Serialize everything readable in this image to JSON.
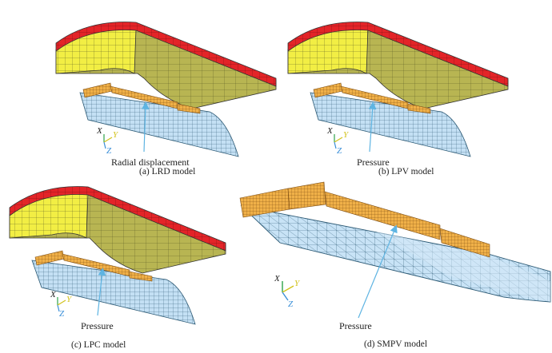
{
  "panels": [
    {
      "caption": "(a)  LRD model",
      "load": "Radial displacement"
    },
    {
      "caption": "(b)  LPV model",
      "load": "Pressure"
    },
    {
      "caption": "(c)  LPC model",
      "load": "Pressure"
    },
    {
      "caption": "(d)  SMPV model",
      "load": "Pressure"
    }
  ],
  "axes": {
    "x": "X",
    "y": "Y",
    "z": "Z"
  },
  "colors": {
    "tire_red": "#e32428",
    "tire_yellow": "#f2ee44",
    "tire_olive": "#b5b24e",
    "mesh_blue": "#bcdcf2",
    "mesh_line": "#2d5a75",
    "tread_orange": "#e8a43c",
    "arrow_blue": "#5eb4e2",
    "axis_green": "#2ea24a",
    "axis_y": "#d2c21c",
    "axis_z": "#3a8fd8"
  }
}
